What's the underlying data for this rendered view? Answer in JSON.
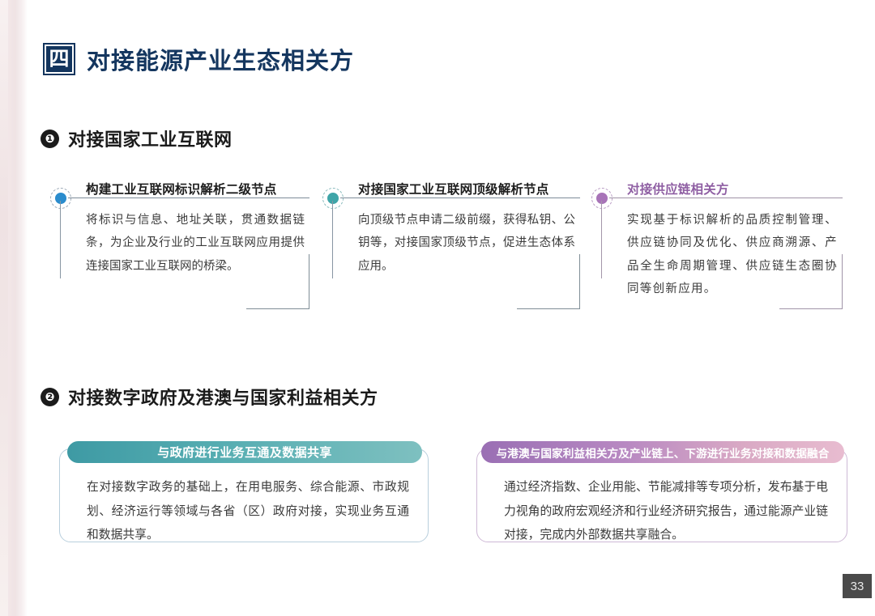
{
  "page": {
    "number": "33",
    "badge_numeral": "四",
    "title": "对接能源产业生态相关方"
  },
  "sections": [
    {
      "marker": "❶",
      "title": "对接国家工业互联网",
      "cards": [
        {
          "title": "构建工业互联网标识解析二级节点",
          "body": "将标识与信息、地址关联，贯通数据链条，为企业及行业的工业互联网应用提供连接国家工业互联网的桥梁。",
          "dot_color": "#2b8ccd",
          "title_color": "#1d1d1d"
        },
        {
          "title": "对接国家工业互联网顶级解析节点",
          "body": "向顶级节点申请二级前缀，获得私钥、公钥等，对接国家顶级节点，促进生态体系应用。",
          "dot_color": "#3fa5a8",
          "title_color": "#1d1d1d"
        },
        {
          "title": "对接供应链相关方",
          "body": "实现基于标识解析的品质控制管理、供应链协同及优化、供应商溯源、产品全生命周期管理、供应链生态圈协同等创新应用。",
          "dot_color": "#a874b8",
          "title_color": "#8f5fa3"
        }
      ]
    },
    {
      "marker": "❷",
      "title": "对接数字政府及港澳与国家利益相关方",
      "panels": [
        {
          "pill_label": "与政府进行业务互通及数据共享",
          "body": "在对接数字政务的基础上，在用电服务、综合能源、市政规划、经济运行等领域与各省（区）政府对接，实现业务互通和数据共享。",
          "pill_color_start": "#3e9aa4",
          "pill_color_end": "#7ec0c0",
          "border_color": "#b9cfdd"
        },
        {
          "pill_label": "与港澳与国家利益相关方及产业链上、下游进行业务对接和数据融合",
          "body": "通过经济指数、企业用能、节能减排等专项分析，发布基于电力视角的政府宏观经济和行业经济研究报告，通过能源产业链对接，完成内外部数据共享融合。",
          "pill_color_start": "#9a6fb4",
          "pill_color_end": "#e8bcd0",
          "border_color": "#ceb9d6"
        }
      ]
    }
  ],
  "theme": {
    "title_color": "#14365f",
    "badge_bg": "#13355e",
    "page_num_bg": "#4a4a4a"
  }
}
